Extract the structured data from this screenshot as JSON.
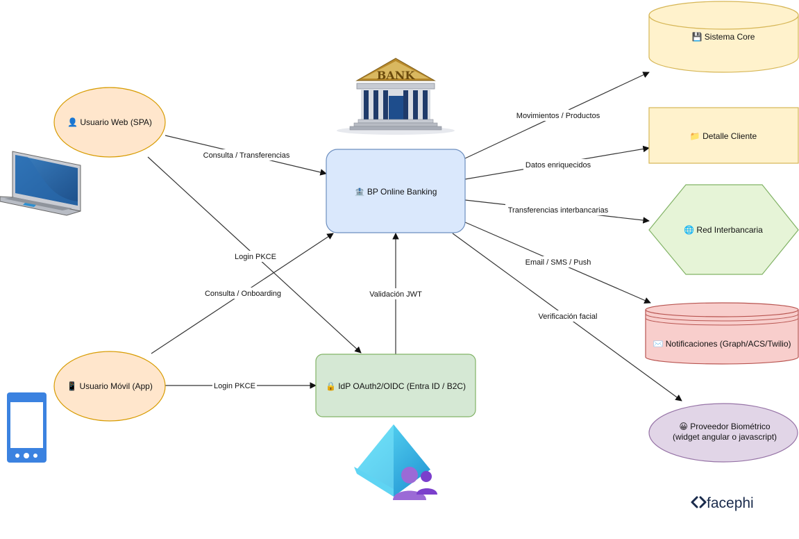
{
  "nodes": {
    "web_user": {
      "label": "👤 Usuario Web (SPA)"
    },
    "mobile_user": {
      "label": "📱 Usuario Móvil (App)"
    },
    "bp": {
      "label": "🏦 BP Online Banking"
    },
    "idp": {
      "label": "🔒 IdP OAuth2/OIDC (Entra ID / B2C)"
    },
    "core": {
      "label": "💾 Sistema Core"
    },
    "detalle": {
      "label": "📁 Detalle Cliente"
    },
    "red": {
      "label": "🌐 Red Interbancaria"
    },
    "notif": {
      "label": "✉️ Notificaciones (Graph/ACS/Twilio)"
    },
    "biometric": {
      "line1": "😀 Proveedor Biométrico",
      "line2": "(widget angular o javascript)"
    }
  },
  "edges": {
    "web_bp": "Consulta / Transferencias",
    "web_idp": "Login PKCE",
    "mobile_bp": "Consulta / Onboarding",
    "mobile_idp": "Login PKCE",
    "idp_bp": "Validación JWT",
    "bp_core": "Movimientos / Productos",
    "bp_detalle": "Datos enriquecidos",
    "bp_red": "Transferencias interbancarias",
    "bp_notif": "Email / SMS / Push",
    "bp_bio": "Verificación facial"
  },
  "bank_sign": "BANK",
  "logo": {
    "text": "facephi",
    "color": "#1a2b4c"
  },
  "colors": {
    "web_fill": "#ffe6cc",
    "web_stroke": "#d79b00",
    "bp_fill": "#dae8fc",
    "bp_stroke": "#6c8ebf",
    "idp_fill": "#d5e8d4",
    "idp_stroke": "#82b366",
    "core_fill": "#fff2cc",
    "core_stroke": "#d6b656",
    "red_fill": "#e6f4d7",
    "red_stroke": "#82b366",
    "notif_fill": "#f8cecc",
    "notif_stroke": "#b85450",
    "bio_fill": "#e1d5e7",
    "bio_stroke": "#9673a6"
  }
}
